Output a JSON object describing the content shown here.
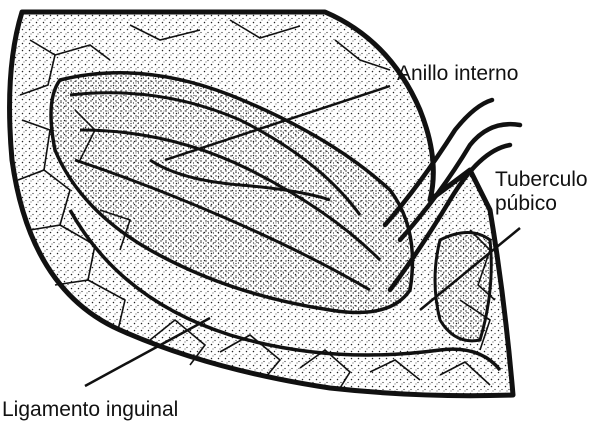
{
  "labels": {
    "internal_ring": "Anillo interno",
    "pubic_tubercle_line1": "Tuberculo",
    "pubic_tubercle_line2": "púbico",
    "inguinal_ligament": "Ligamento inguinal"
  },
  "colors": {
    "ink": "#111111",
    "background": "#ffffff"
  }
}
